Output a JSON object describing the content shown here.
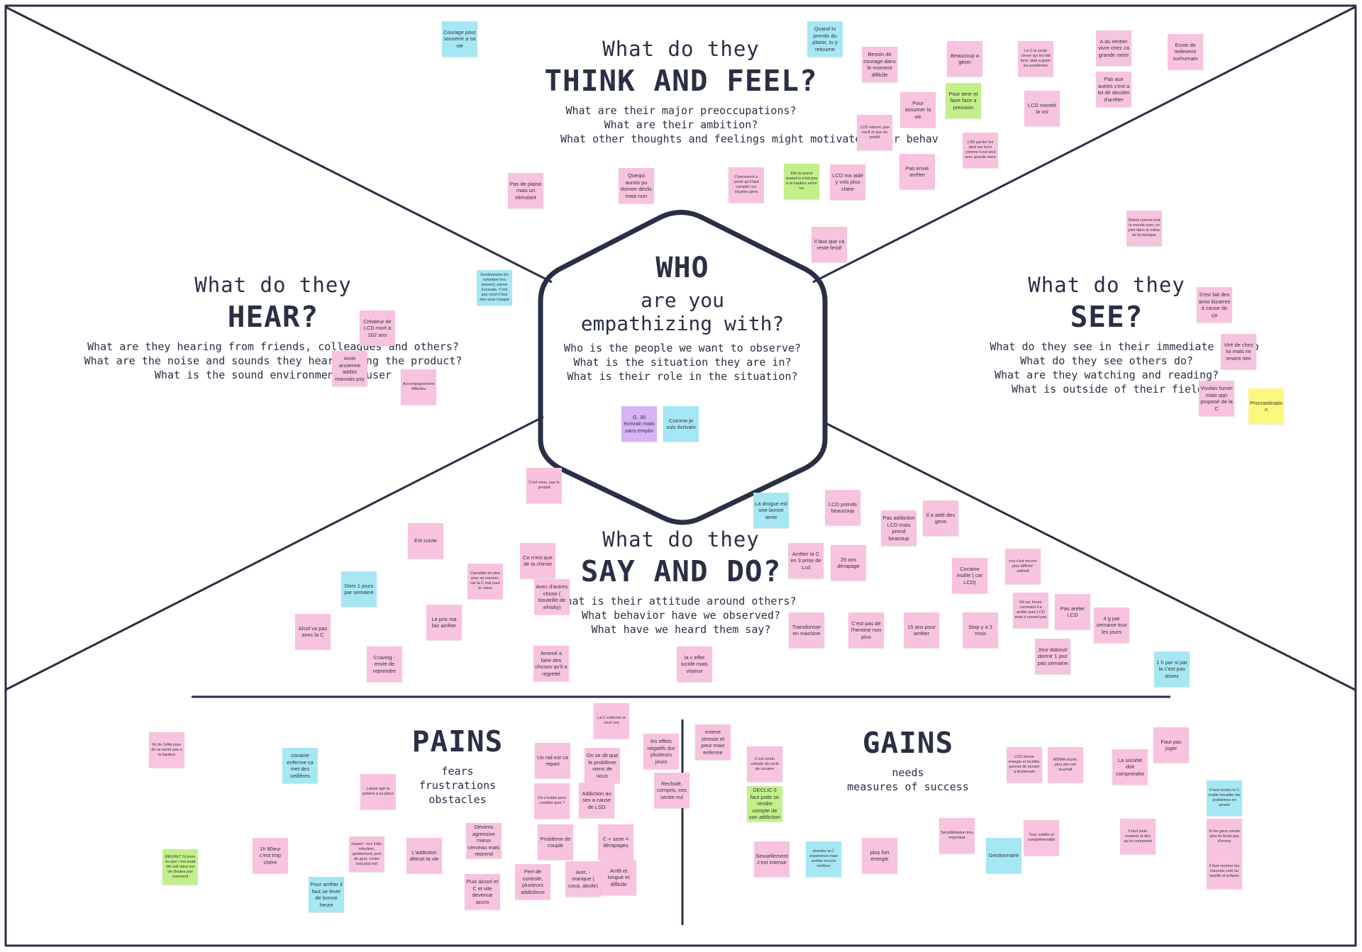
{
  "colors": {
    "frame": "#2a2f45",
    "pink": "#f8c3df",
    "cyan": "#a6e7f4",
    "green": "#c3f08a",
    "purple": "#d7b4f3",
    "yellow": "#fbf97d"
  },
  "center": {
    "title": "WHO",
    "line1": "are you",
    "line2": "empathizing with?",
    "questions": [
      "Who is the people we want to observe?",
      "What is the situation they are in?",
      "What is their role in the situation?"
    ]
  },
  "sections": {
    "think": {
      "pre": "What do they",
      "big": "THINK AND FEEL?",
      "questions": [
        "What are their major preoccupations?",
        "What are their ambition?",
        "What other thoughts and feelings might motivate their behav"
      ]
    },
    "hear": {
      "pre": "What do they",
      "big": "HEAR?",
      "questions": [
        "What are they hearing from friends, colleagues and others?",
        "What are the noise and sounds they hear w   sing the product?",
        "What is the sound environment of    user"
      ]
    },
    "see": {
      "pre": "What do they",
      "big": "SEE?",
      "questions": [
        "What do they see in their immediate enviro",
        "What do they see others do?",
        "What are they watching and reading?",
        "What is outside of their field of"
      ]
    },
    "say": {
      "pre": "What do they",
      "big": "SAY AND DO?",
      "questions": [
        "hat is their attitude around others?",
        "What behavior have we observed?",
        "What have we heard them say?"
      ]
    },
    "pains": {
      "big": "PAINS",
      "subs": [
        "fears",
        "frustrations",
        "obstacles"
      ]
    },
    "gains": {
      "big": "GAINS",
      "subs": [
        "needs",
        "measures of success"
      ]
    }
  },
  "notes": [
    {
      "text": "Courage pour souvenir a sa vie",
      "color": "cyan"
    },
    {
      "text": "Quand tu prends du plaisir, tu y retourne",
      "color": "cyan"
    },
    {
      "text": "Besoin de courage dans le moment difficile",
      "color": "pink"
    },
    {
      "text": "Beaucoup a gérer",
      "color": "pink"
    },
    {
      "text": "La C la seule chose qui les fait tenir, aide a garer les problèmes",
      "color": "pink"
    },
    {
      "text": "A du rentrer vivre chez ca grande mere",
      "color": "pink"
    },
    {
      "text": "Envie de redevenir surhumain",
      "color": "pink"
    },
    {
      "text": "Pour tenir et faire face a pression",
      "color": "green"
    },
    {
      "text": "Pour assumer la vie",
      "color": "pink"
    },
    {
      "text": "LCD montré la voi",
      "color": "pink"
    },
    {
      "text": "Pas aux autres c'est a toi de decider d'arrêter",
      "color": "pink"
    },
    {
      "text": "LCD naturel, pas nocif et que du positif",
      "color": "pink"
    },
    {
      "text": "LSD garder les pied sur terre comme il est seul avec grande mere",
      "color": "pink"
    },
    {
      "text": "Pas envie arrêter",
      "color": "pink"
    },
    {
      "text": "Pas de plaisir mais un stimulant",
      "color": "pink"
    },
    {
      "text": "Quequi aurais pu donner déclic mais non",
      "color": "pink"
    },
    {
      "text": "Commencé a sentir qu'il faut compter sur d'autres gens",
      "color": "pink"
    },
    {
      "text": "Elle te prend quand tu n'est pas a la hauteur selon toi",
      "color": "green"
    },
    {
      "text": "LCD ma aidé y vois plus claire",
      "color": "pink"
    },
    {
      "text": "Il faut que ca reste festif",
      "color": "pink"
    },
    {
      "text": "Debut comme tout le monde avec un joint dans le milieu de la musique",
      "color": "pink"
    },
    {
      "text": "Gestionnaire En colombie tres present, soiree ecossais. C'est pas nocif il faut etre sous chaque",
      "color": "cyan"
    },
    {
      "text": "Créateur de LCD mort a 102 ans",
      "color": "pink"
    },
    {
      "text": "Amie ancienne addict mauvais psy",
      "color": "pink"
    },
    {
      "text": "Accompagnement difficilea",
      "color": "pink"
    },
    {
      "text": "S'est fait des amis bizarres à cause de ça",
      "color": "pink"
    },
    {
      "text": "Viré de chez lui mais ne resent rien",
      "color": "pink"
    },
    {
      "text": "Voulais fumer mais qqn proposé de la C",
      "color": "pink"
    },
    {
      "text": "Procrastination",
      "color": "yellow"
    },
    {
      "text": "G. 30 écrivain mais sans emploi",
      "color": "purple"
    },
    {
      "text": "Comme je suis écrivain",
      "color": "cyan"
    },
    {
      "text": "C'est nous, pas le produit",
      "color": "pink"
    },
    {
      "text": "La drogue est une bonne amie",
      "color": "cyan"
    },
    {
      "text": "LCD prends beaucoup",
      "color": "pink"
    },
    {
      "text": "Pas addiction LCD mais prend beacoup",
      "color": "pink"
    },
    {
      "text": "Il a aidé des gens",
      "color": "pink"
    },
    {
      "text": "Est suivie",
      "color": "pink"
    },
    {
      "text": "Ce n'est que de la chimie",
      "color": "pink"
    },
    {
      "text": "Cannabis en plus pour se reposer, car la C mal pour le coeur",
      "color": "pink"
    },
    {
      "text": "Arrêter la C en 3 prise de Lcd",
      "color": "pink"
    },
    {
      "text": "29 ans dérapage",
      "color": "pink"
    },
    {
      "text": "Cocaine inutile ( car LCD)",
      "color": "pink"
    },
    {
      "text": "croi c'est encore plus difficile! addictif",
      "color": "pink"
    },
    {
      "text": "Dors 1 jours par semaine",
      "color": "cyan"
    },
    {
      "text": "Avec d'autres chose ( bouteille de whisky)",
      "color": "pink"
    },
    {
      "text": "Dit sur forum comment il a arrêté avec LCD mais il conseil pas",
      "color": "pink"
    },
    {
      "text": "Pas areter LCD",
      "color": "pink"
    },
    {
      "text": "4 g par semaine tout les jours",
      "color": "pink"
    },
    {
      "text": "Alcol va pas avec la C",
      "color": "pink"
    },
    {
      "text": "Le prix ma fair arrêter",
      "color": "pink"
    },
    {
      "text": "Transformer en machine",
      "color": "pink"
    },
    {
      "text": "C'est pas de l'heroine non plus",
      "color": "pink"
    },
    {
      "text": "15 ans pour arrêter",
      "color": "pink"
    },
    {
      "text": "Stop y a 3 mois",
      "color": "pink"
    },
    {
      "text": "Jour dobout/ dormir 1 jour pas semaine",
      "color": "pink"
    },
    {
      "text": "Craving - envie de reprendre",
      "color": "pink"
    },
    {
      "text": "Amené a faire des choses qu'il a regretté",
      "color": "pink"
    },
    {
      "text": "la c effet lucide mais visieux",
      "color": "pink"
    },
    {
      "text": "1 h par si par la c'est pas assez",
      "color": "cyan"
    },
    {
      "text": "La C enferme et rend con",
      "color": "pink"
    },
    {
      "text": "fin de l'effet pour de se sentir pas a la hauteur",
      "color": "pink"
    },
    {
      "text": "cocaine enferme ca met des oeillères",
      "color": "cyan"
    },
    {
      "text": "Un rail est ca repart",
      "color": "pink"
    },
    {
      "text": "On se dit que le problème viens de nous",
      "color": "pink"
    },
    {
      "text": "les effets négatifs dur plusieurs jours",
      "color": "pink"
    },
    {
      "text": "Laissé agir la pulsion a ca place",
      "color": "pink"
    },
    {
      "text": "On s'oublie pour combler quoi ?",
      "color": "pink"
    },
    {
      "text": "Addiction au sex a cause de LSD",
      "color": "pink"
    },
    {
      "text": "Rechuté, compris, ces sentie nul",
      "color": "pink"
    },
    {
      "text": "Deviens agressive mieux cerveau mais reprend",
      "color": "pink"
    },
    {
      "text": "Problème de couple",
      "color": "pink"
    },
    {
      "text": "C + sexe = dérapages",
      "color": "pink"
    },
    {
      "text": "REGRET Si jours ou que c'est avait été sell dans ma vie (toutes pas comment",
      "color": "green"
    },
    {
      "text": "1h 80eur c'est trop chère",
      "color": "pink"
    },
    {
      "text": "Impact : nez irrité, infection, goettement, pert de gout, couler tout plus fort",
      "color": "pink"
    },
    {
      "text": "L'addiction détruit ta vie",
      "color": "pink"
    },
    {
      "text": "Pour arrêter il faut se lever de bonne heure",
      "color": "cyan"
    },
    {
      "text": "Puis alcool et C et vite devenue accro",
      "color": "pink"
    },
    {
      "text": "Pert de controle, plusieurs addictions",
      "color": "pink"
    },
    {
      "text": "Aret. - manque ( coca, alcole)",
      "color": "pink"
    },
    {
      "text": "Arrêt et longue et difficile",
      "color": "pink"
    },
    {
      "text": "enleve stresse et peur mais enferme",
      "color": "pink"
    },
    {
      "text": "C'est rendu compte du cycle de cocaine",
      "color": "pink"
    },
    {
      "text": "DECLIC Il faut juste se rendre compte de son addiction",
      "color": "green"
    },
    {
      "text": "LCD donne energie et lucidité, permet de penser a lendemain",
      "color": "pink"
    },
    {
      "text": "MDMA sourie, plus den mé touchait",
      "color": "pink"
    },
    {
      "text": "La société doit comprendre",
      "color": "pink"
    },
    {
      "text": "Faut pas juger",
      "color": "pink"
    },
    {
      "text": "Il faut rendre la C inutile travailler les problèmes en amont",
      "color": "cyan"
    },
    {
      "text": "Si les gens savais plus ils ferait pas d'erreur",
      "color": "pink"
    },
    {
      "text": "Il faut montrer les mauvais coté au famille et enfants",
      "color": "pink"
    },
    {
      "text": "Sensibilisation tres important",
      "color": "pink"
    },
    {
      "text": "Gestionnaire",
      "color": "cyan"
    },
    {
      "text": "Tout, subtile et compréhensible",
      "color": "pink"
    },
    {
      "text": "Il faut juste soutenir et dire qu'on comprend",
      "color": "pink"
    },
    {
      "text": "Sexuellement c'est intense",
      "color": "pink"
    },
    {
      "text": "prendre la C experience mais arrêter encore meilleur",
      "color": "cyan"
    },
    {
      "text": "plus fort energie",
      "color": "pink"
    }
  ]
}
